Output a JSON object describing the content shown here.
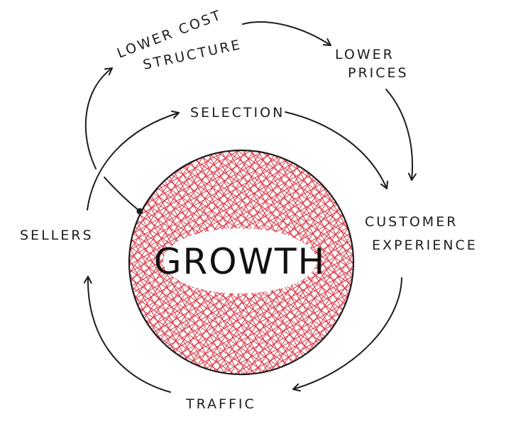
{
  "center": {
    "label": "GROWTH"
  },
  "nodes": {
    "lower_cost_line1": "LOWER COST",
    "lower_cost_line2": "STRUCTURE",
    "lower_prices_line1": "LOWER",
    "lower_prices_line2": "PRICES",
    "selection": "SELECTION",
    "customer_line1": "CUSTOMER",
    "customer_line2": "EXPERIENCE",
    "sellers": "SELLERS",
    "traffic": "TRAFFIC"
  },
  "colors": {
    "ink": "#1d1d1d",
    "hatch": "#d9303f",
    "background": "#ffffff"
  }
}
